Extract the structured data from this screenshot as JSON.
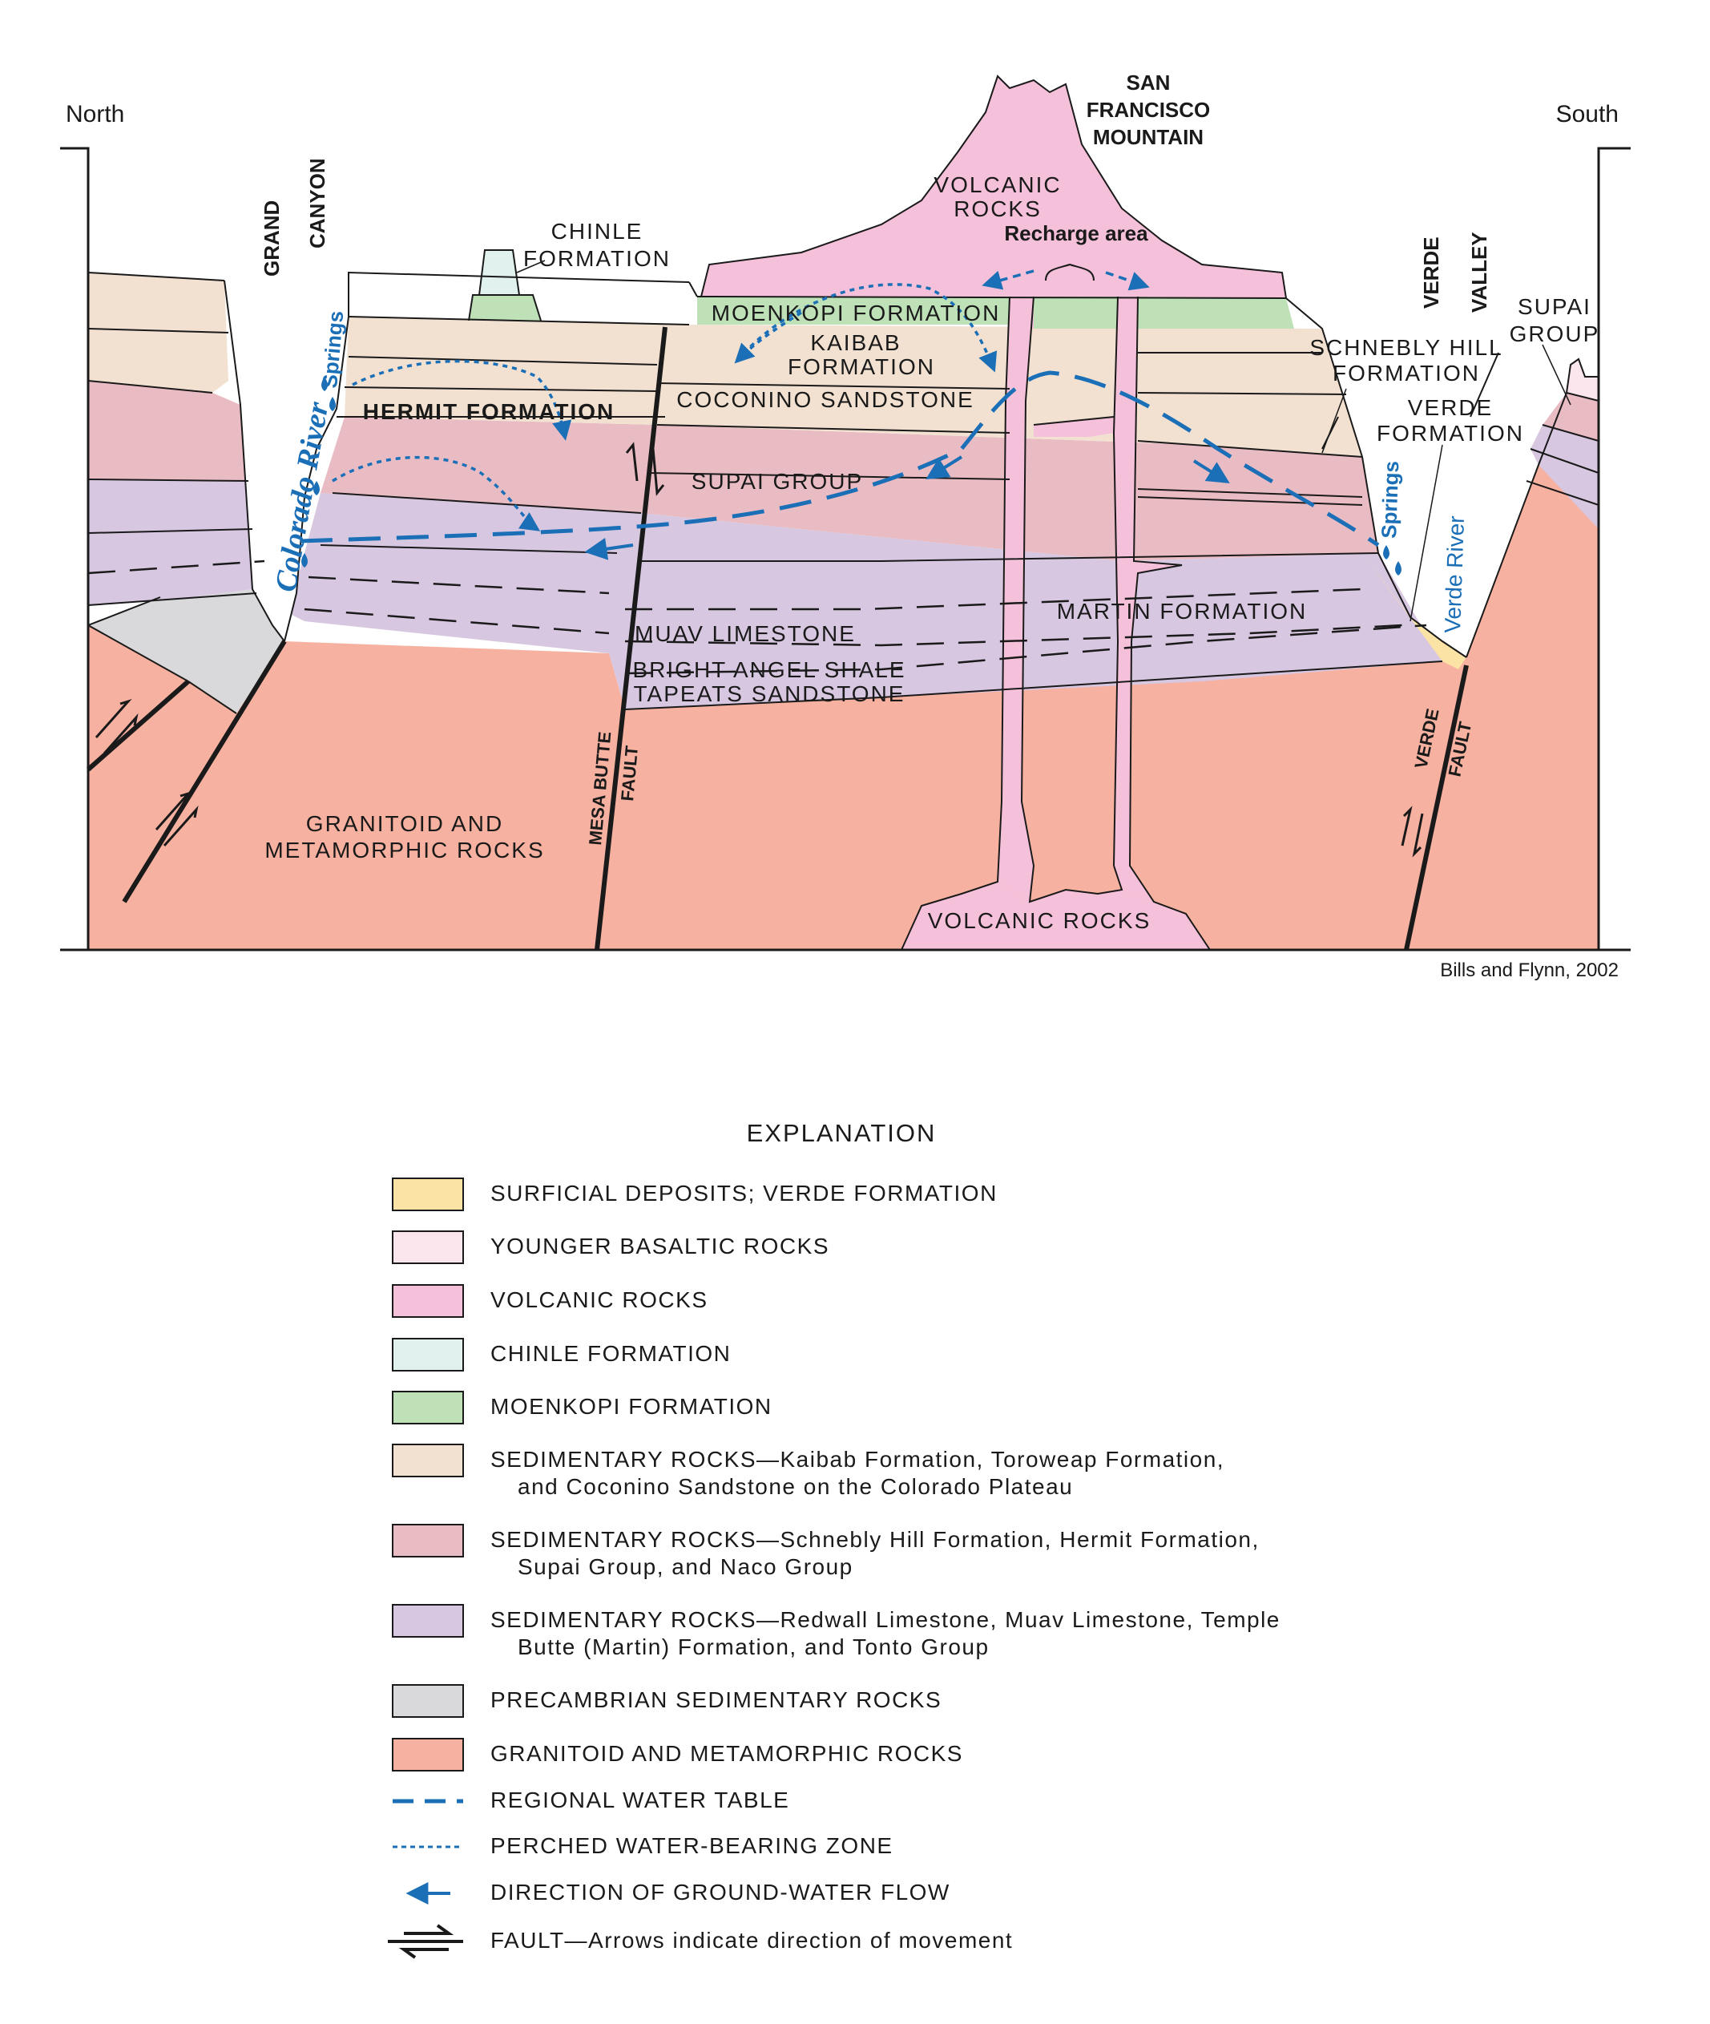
{
  "figure": {
    "direction_left": "North",
    "direction_right": "South",
    "mountain_title": [
      "SAN",
      "FRANCISCO",
      "MOUNTAIN"
    ],
    "credit": "Bills and Flynn, 2002"
  },
  "labels": {
    "grand_canyon": [
      "GRAND",
      "CANYON"
    ],
    "colorado_river": "Colorado River",
    "springs_left": "Springs",
    "springs_right": "Springs",
    "chinle": [
      "CHINLE",
      "FORMATION"
    ],
    "volcanic_top": [
      "VOLCANIC",
      "ROCKS"
    ],
    "recharge": "Recharge area",
    "verde_valley": [
      "VERDE",
      "VALLEY"
    ],
    "supai_group_right": [
      "SUPAI",
      "GROUP"
    ],
    "schnebly": [
      "SCHNEBLY HILL",
      "FORMATION"
    ],
    "verde_formation": [
      "VERDE",
      "FORMATION"
    ],
    "verde_river": "Verde River",
    "moenkopi": "MOENKOPI FORMATION",
    "kaibab": [
      "KAIBAB",
      "FORMATION"
    ],
    "coconino": "COCONINO SANDSTONE",
    "hermit": "HERMIT FORMATION",
    "supai": "SUPAI GROUP",
    "martin": "MARTIN  FORMATION",
    "muav": "MUAV LIMESTONE",
    "bright_angel": "BRIGHT ANGEL SHALE",
    "tapeats": "TAPEATS SANDSTONE",
    "granitoid": [
      "GRANITOID AND",
      "METAMORPHIC ROCKS"
    ],
    "mesa_butte_fault": [
      "MESA BUTTE",
      "FAULT"
    ],
    "verde_fault": [
      "VERDE",
      "FAULT"
    ],
    "volcanic_bottom": "VOLCANIC ROCKS"
  },
  "colors": {
    "surficial": "#fbe3a6",
    "younger_basalt": "#fce6ee",
    "volcanic": "#f5c0d9",
    "chinle": "#e0f1ee",
    "moenkopi": "#bfe1b8",
    "kaibab_seds": "#f2e1d0",
    "supai_seds": "#e9bcc4",
    "redwall_seds": "#d7c7e1",
    "precambrian": "#d9d9db",
    "granitoid": "#f7b1a0",
    "water": "#1b6fb7"
  },
  "legend": {
    "title": "EXPLANATION",
    "items": [
      {
        "swatch": "surficial",
        "lines": [
          "SURFICIAL DEPOSITS; VERDE FORMATION"
        ]
      },
      {
        "swatch": "younger_basalt",
        "lines": [
          "YOUNGER BASALTIC ROCKS"
        ]
      },
      {
        "swatch": "volcanic",
        "lines": [
          "VOLCANIC ROCKS"
        ]
      },
      {
        "swatch": "chinle",
        "lines": [
          "CHINLE FORMATION"
        ]
      },
      {
        "swatch": "moenkopi",
        "lines": [
          "MOENKOPI FORMATION"
        ]
      },
      {
        "swatch": "kaibab_seds",
        "lines": [
          "SEDIMENTARY ROCKS—Kaibab Formation, Toroweap Formation,",
          "and Coconino Sandstone on the Colorado Plateau"
        ]
      },
      {
        "swatch": "supai_seds",
        "lines": [
          "SEDIMENTARY ROCKS—Schnebly Hill Formation, Hermit Formation,",
          "Supai Group, and Naco Group"
        ]
      },
      {
        "swatch": "redwall_seds",
        "lines": [
          "SEDIMENTARY ROCKS—Redwall Limestone, Muav Limestone, Temple",
          "Butte (Martin) Formation, and Tonto Group"
        ]
      },
      {
        "swatch": "precambrian",
        "lines": [
          "PRECAMBRIAN SEDIMENTARY ROCKS"
        ]
      },
      {
        "swatch": "granitoid",
        "lines": [
          "GRANITOID AND METAMORPHIC ROCKS"
        ]
      },
      {
        "symbol": "regional-water-table",
        "lines": [
          "REGIONAL WATER TABLE"
        ]
      },
      {
        "symbol": "perched-zone",
        "lines": [
          "PERCHED WATER-BEARING ZONE"
        ]
      },
      {
        "symbol": "flow-arrow",
        "lines": [
          "DIRECTION OF GROUND-WATER FLOW"
        ]
      },
      {
        "symbol": "fault-arrows",
        "lines": [
          "FAULT—Arrows indicate direction of movement"
        ]
      }
    ]
  }
}
